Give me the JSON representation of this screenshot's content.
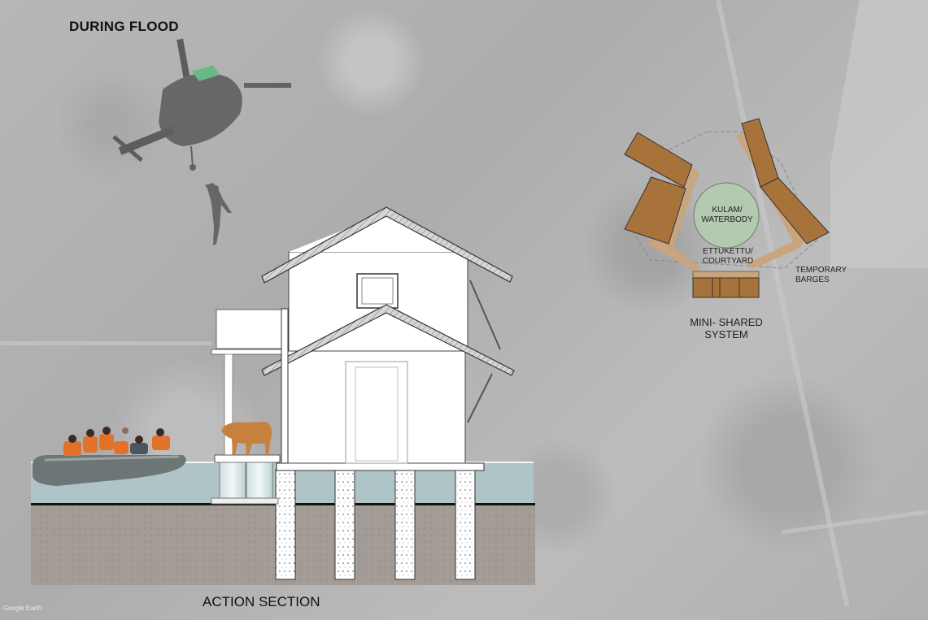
{
  "header": {
    "title": "DURING FLOOD"
  },
  "section": {
    "title": "ACTION SECTION"
  },
  "plan": {
    "title_line1": "MINI- SHARED",
    "title_line2": "SYSTEM",
    "labels": {
      "waterbody_line1": "KULAM/",
      "waterbody_line2": "WATERBODY",
      "courtyard_line1": "ETTUKETTU/",
      "courtyard_line2": "COURTYARD",
      "barges_line1": "TEMPORARY",
      "barges_line2": "BARGES"
    }
  },
  "imagery": {
    "credit": "Google Earth"
  },
  "colors": {
    "background": "#b5b5b5",
    "block_fill": "#a8733a",
    "walkway_fill": "#c9a47c",
    "waterbody_fill": "#b3c9b0",
    "water": "#aec4c6",
    "ground": "#a39b96",
    "life_jacket": "#e2722a",
    "cow": "#c8803f"
  }
}
